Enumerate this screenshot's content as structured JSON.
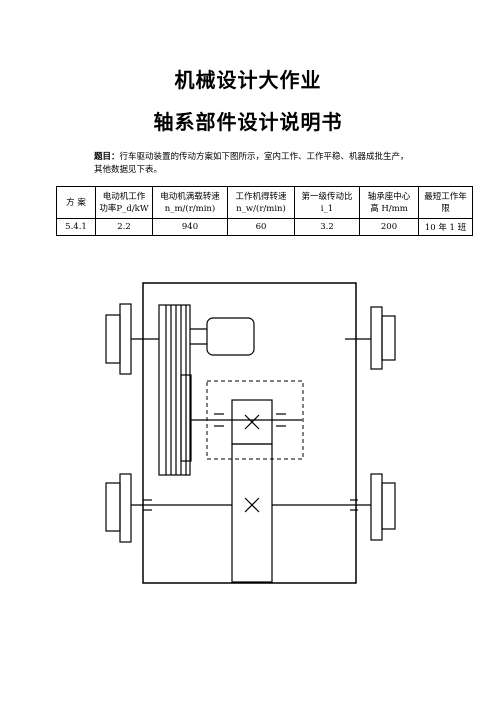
{
  "title": "机械设计大作业",
  "subtitle": "轴系部件设计说明书",
  "problem": {
    "label": "题目：",
    "text_line1": "行车驱动装置的传动方案如下图所示，室内工作、工作平稳、机器成批生产，",
    "text_line2": "其他数据见下表。"
  },
  "table": {
    "headers": [
      {
        "line1": "方 案",
        "line2": ""
      },
      {
        "line1": "电动机工作",
        "line2": "功率P_d/kW"
      },
      {
        "line1": "电动机满载转速",
        "line2": "n_m/(r/min)"
      },
      {
        "line1": "工作机得转速",
        "line2": "n_w/(r/min)"
      },
      {
        "line1": "第一级传动比",
        "line2": "i_1"
      },
      {
        "line1": "轴承座中心",
        "line2": "高 H/mm"
      },
      {
        "line1": "最短工作年限",
        "line2": ""
      }
    ],
    "row": [
      "5.4.1",
      "2.2",
      "940",
      "60",
      "3.2",
      "200",
      "10 年 1 班"
    ]
  }
}
